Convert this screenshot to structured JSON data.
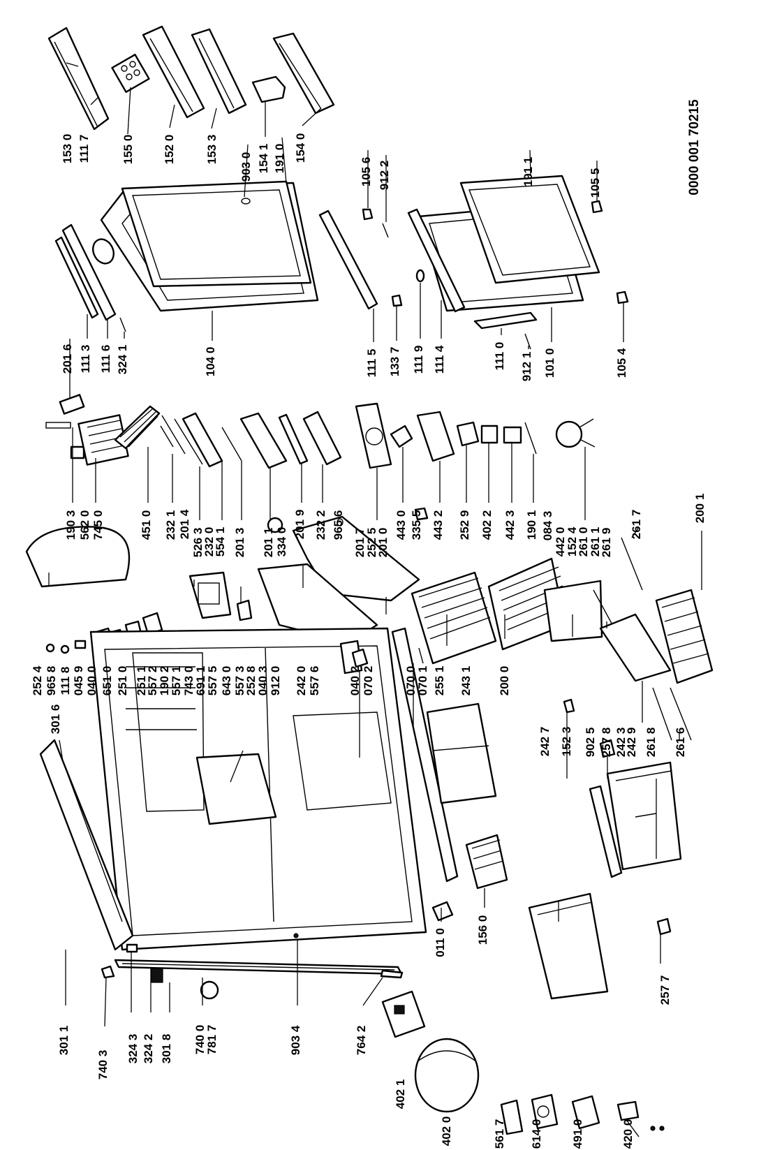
{
  "document_number": "0000 001 70215",
  "labels": {
    "p153_0": "153 0",
    "p111_7": "111 7",
    "p155_0": "155 0",
    "p152_0": "152 0",
    "p153_3": "153 3",
    "p903_0": "903 0",
    "p154_1": "154 1",
    "p191_0": "191 0",
    "p154_0": "154 0",
    "p105_6": "105 6",
    "p912_2": "912 2",
    "p191_1": "191 1",
    "p105_5": "105 5",
    "p201_6": "201 6",
    "p111_3": "111 3",
    "p111_6": "111 6",
    "p324_1": "324 1",
    "p104_0": "104 0",
    "p111_5": "111 5",
    "p133_7": "133 7",
    "p111_9": "111 9",
    "p111_4": "111 4",
    "p111_0": "111 0",
    "p912_1": "912 1",
    "p101_0": "101 0",
    "p105_4": "105 4",
    "p190_3": "190 3",
    "p562_0": "562 0",
    "p745_0": "745 0",
    "p451_0": "451 0",
    "p232_1": "232 1",
    "p201_4": "201 4",
    "p526_3": "526 3",
    "p232_0": "232 0",
    "p554_1": "554 1",
    "p201_3": "201 3",
    "p201_1": "201 1",
    "p334_0": "334 0",
    "p201_9": "201 9",
    "p232_2": "232 2",
    "p965_6": "965 6",
    "p201_7": "201 7",
    "p252_5": "252 5",
    "p201_0": "201 0",
    "p443_0": "443 0",
    "p335_5": "335 5",
    "p443_2": "443 2",
    "p252_9": "252 9",
    "p402_2": "402 2",
    "p442_3": "442 3",
    "p190_1": "190 1",
    "p084_3": "084 3",
    "p442_0": "442 0",
    "p152_4": "152 4",
    "p261_0": "261 0",
    "p261_1": "261 1",
    "p261_9": "261 9",
    "p261_7": "261 7",
    "p200_1": "200 1",
    "p252_4": "252 4",
    "p965_8": "965 8",
    "p111_8": "111 8",
    "p045_9": "045 9",
    "p040_0": "040 0",
    "p651_0": "651 0",
    "p251_0": "251 0",
    "p251_1": "251 1",
    "p557_2": "557 2",
    "p190_2": "190 2",
    "p557_1": "557 1",
    "p743_0": "743 0",
    "p691_1": "691 1",
    "p557_5": "557 5",
    "p643_0": "643 0",
    "p557_3": "557 3",
    "p252_8": "252 8",
    "p040_3": "040 3",
    "p912_0": "912 0",
    "p242_0": "242 0",
    "p557_6": "557 6",
    "p040_2": "040 2",
    "p070_2": "070 2",
    "p070_0": "070 0",
    "p070_1": "070 1",
    "p255_1": "255 1",
    "p243_1": "243 1",
    "p200_0": "200 0",
    "p152_3": "152 3",
    "p242_7": "242 7",
    "p902_5": "902 5",
    "p257_8": "257 8",
    "p242_3": "242 3",
    "p242_9": "242 9",
    "p261_8": "261 8",
    "p261_6": "261 6",
    "p301_6": "301 6",
    "p301_1": "301 1",
    "p740_3": "740 3",
    "p324_3": "324 3",
    "p324_2": "324 2",
    "p301_8": "301 8",
    "p740_0": "740 0",
    "p781_7": "781 7",
    "p903_4": "903 4",
    "p011_0": "011 0",
    "p156_0": "156 0",
    "p764_2": "764 2",
    "p402_1": "402 1",
    "p402_0": "402 0",
    "p561_7": "561 7",
    "p614_0": "614 0",
    "p491_0": "491 0",
    "p420_0": "420 0",
    "p257_7": "257 7"
  }
}
